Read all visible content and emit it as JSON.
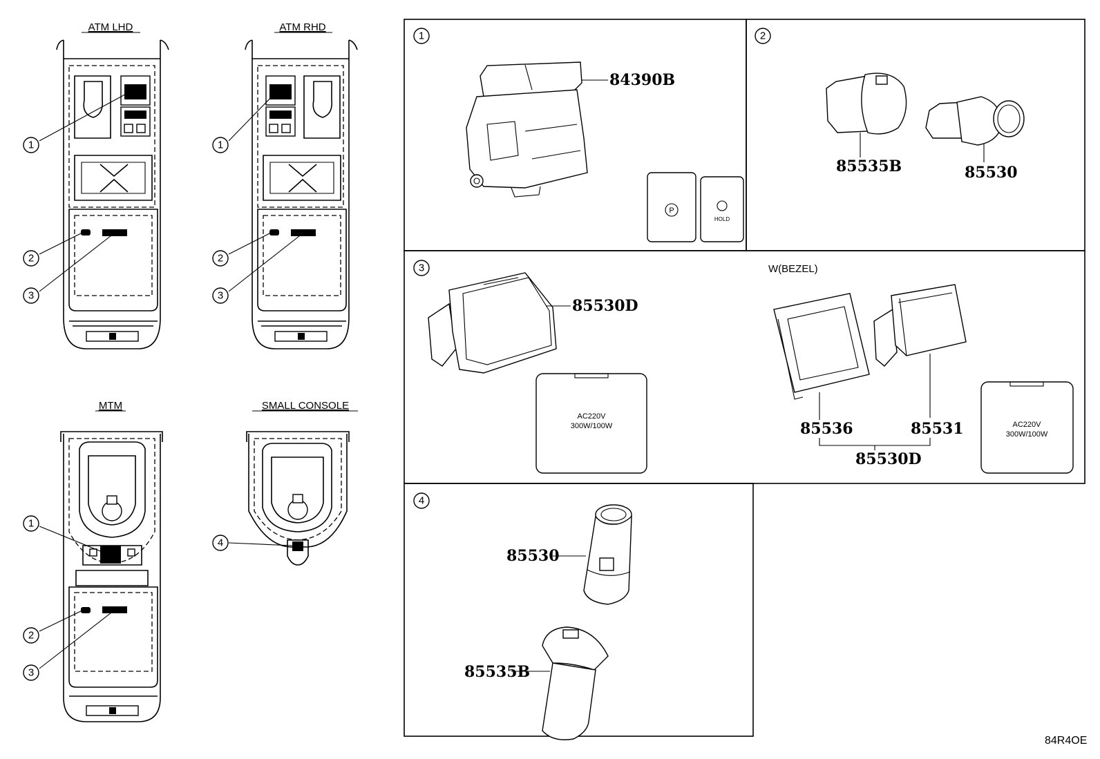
{
  "views": {
    "atm_lhd": "ATM LHD",
    "atm_rhd": "ATM RHD",
    "mtm": "MTM",
    "small_console": "SMALL CONSOLE"
  },
  "callouts": [
    "1",
    "2",
    "3",
    "4"
  ],
  "panels": {
    "p1": {
      "number": "1",
      "part": "84390B"
    },
    "p2": {
      "number": "2",
      "part_a": "85535B",
      "part_b": "85530"
    },
    "p3": {
      "number": "3",
      "part_main": "85530D",
      "variant_label": "W(BEZEL)",
      "bezel": "85536",
      "socket": "85531",
      "assembly": "85530D",
      "cover_line1": "AC220V",
      "cover_line2": "300W/100W"
    },
    "p4": {
      "number": "4",
      "part_a": "85530",
      "part_b": "85535B"
    }
  },
  "switch_labels": {
    "hold": "HOLD"
  },
  "reference": "84R4OE"
}
